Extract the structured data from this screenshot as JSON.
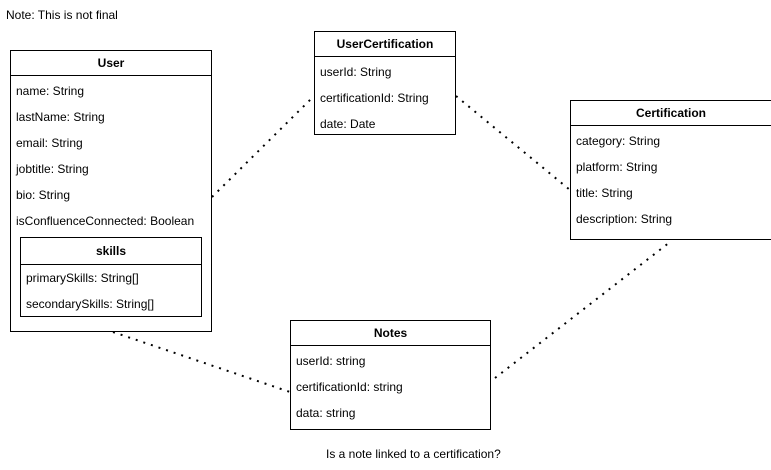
{
  "note": "Note: This is not final",
  "question": "Is a note linked to a certification?",
  "entities": {
    "user": {
      "title": "User",
      "fields": [
        "name: String",
        "lastName: String",
        "email: String",
        "jobtitle: String",
        "bio: String",
        "isConfluenceConnected: Boolean"
      ],
      "skills": {
        "title": "skills",
        "fields": [
          "primarySkills: String[]",
          "secondarySkills: String[]"
        ]
      }
    },
    "user_certification": {
      "title": "UserCertification",
      "fields": [
        "userId: String",
        "certificationId: String",
        "date: Date"
      ]
    },
    "certification": {
      "title": "Certification",
      "fields": [
        "category: String",
        "platform: String",
        "title: String",
        "description: String"
      ]
    },
    "notes": {
      "title": "Notes",
      "fields": [
        "userId: string",
        "certificationId: string",
        "data: string"
      ]
    }
  }
}
